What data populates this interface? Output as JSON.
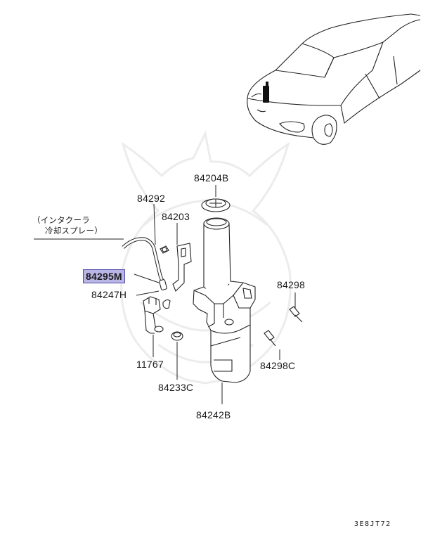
{
  "diagram": {
    "note_line1": "（インタクーラ",
    "note_line2": "冷却スプレー）",
    "diagram_code": "3E8JT72",
    "highlight_color": "#b9b6e6",
    "parts": {
      "cap": "84204B",
      "bolt_84292": "84292",
      "bracket": "84203",
      "hose": "84295M",
      "joint": "84247H",
      "bolt_84298": "84298",
      "bolt_84298c": "84298C",
      "pump": "11767",
      "grommet": "84233C",
      "tank": "84242B"
    },
    "highlighted_part": "84295M"
  }
}
